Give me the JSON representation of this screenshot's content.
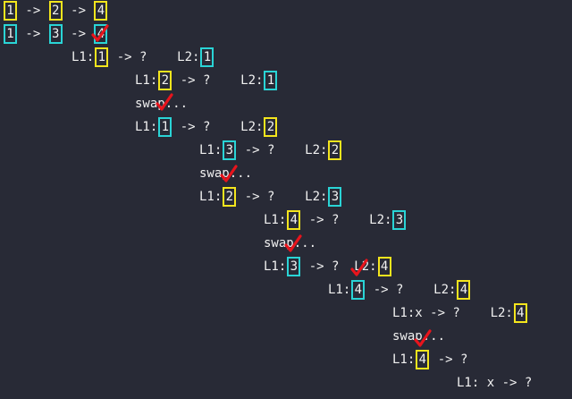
{
  "colors": {
    "background": "#282a36",
    "text": "#f1f1f1",
    "yellow": "#f4e51d",
    "cyan": "#2ad4d6",
    "check": "#e8141c"
  },
  "lines": [
    {
      "id": "list-l1",
      "tokens": [
        {
          "t": "box",
          "v": "1",
          "c": "yellow"
        },
        {
          "t": "text",
          "v": " -> "
        },
        {
          "t": "box",
          "v": "2",
          "c": "yellow"
        },
        {
          "t": "text",
          "v": " -> "
        },
        {
          "t": "box",
          "v": "4",
          "c": "yellow"
        }
      ]
    },
    {
      "id": "list-l2",
      "tokens": [
        {
          "t": "box",
          "v": "1",
          "c": "cyan"
        },
        {
          "t": "text",
          "v": " -> "
        },
        {
          "t": "box",
          "v": "3",
          "c": "cyan"
        },
        {
          "t": "text",
          "v": " -> "
        },
        {
          "t": "box",
          "v": "4",
          "c": "cyan"
        }
      ]
    },
    {
      "id": "step-1",
      "tokens": [
        {
          "t": "text",
          "v": "L1:"
        },
        {
          "t": "box",
          "v": "1",
          "c": "yellow"
        },
        {
          "t": "text",
          "v": " -> ?    L2:"
        },
        {
          "t": "box",
          "v": "1",
          "c": "cyan"
        }
      ]
    },
    {
      "id": "step-2",
      "tokens": [
        {
          "t": "text",
          "v": "L1:"
        },
        {
          "t": "box",
          "v": "2",
          "c": "yellow"
        },
        {
          "t": "text",
          "v": " -> ?    L2:"
        },
        {
          "t": "box",
          "v": "1",
          "c": "cyan"
        }
      ]
    },
    {
      "id": "swap-1",
      "tokens": [
        {
          "t": "text",
          "v": "swap..."
        }
      ]
    },
    {
      "id": "step-3",
      "tokens": [
        {
          "t": "text",
          "v": "L1:"
        },
        {
          "t": "box",
          "v": "1",
          "c": "cyan"
        },
        {
          "t": "text",
          "v": " -> ?    L2:"
        },
        {
          "t": "box",
          "v": "2",
          "c": "yellow"
        }
      ]
    },
    {
      "id": "step-4",
      "tokens": [
        {
          "t": "text",
          "v": "L1:"
        },
        {
          "t": "box",
          "v": "3",
          "c": "cyan"
        },
        {
          "t": "text",
          "v": " -> ?    L2:"
        },
        {
          "t": "box",
          "v": "2",
          "c": "yellow"
        }
      ]
    },
    {
      "id": "swap-2",
      "tokens": [
        {
          "t": "text",
          "v": "swap..."
        }
      ]
    },
    {
      "id": "step-5",
      "tokens": [
        {
          "t": "text",
          "v": "L1:"
        },
        {
          "t": "box",
          "v": "2",
          "c": "yellow"
        },
        {
          "t": "text",
          "v": " -> ?    L2:"
        },
        {
          "t": "box",
          "v": "3",
          "c": "cyan"
        }
      ]
    },
    {
      "id": "step-6",
      "tokens": [
        {
          "t": "text",
          "v": "L1:"
        },
        {
          "t": "box",
          "v": "4",
          "c": "yellow"
        },
        {
          "t": "text",
          "v": " -> ?    L2:"
        },
        {
          "t": "box",
          "v": "3",
          "c": "cyan"
        }
      ]
    },
    {
      "id": "swap-3",
      "tokens": [
        {
          "t": "text",
          "v": "swap..."
        }
      ]
    },
    {
      "id": "step-7",
      "tokens": [
        {
          "t": "text",
          "v": "L1:"
        },
        {
          "t": "box",
          "v": "3",
          "c": "cyan"
        },
        {
          "t": "text",
          "v": " -> ?  L2:"
        },
        {
          "t": "box",
          "v": "4",
          "c": "yellow"
        }
      ]
    },
    {
      "id": "step-8",
      "tokens": [
        {
          "t": "text",
          "v": "L1:"
        },
        {
          "t": "box",
          "v": "4",
          "c": "cyan"
        },
        {
          "t": "text",
          "v": " -> ?    L2:"
        },
        {
          "t": "box",
          "v": "4",
          "c": "yellow"
        }
      ]
    },
    {
      "id": "step-9",
      "tokens": [
        {
          "t": "text",
          "v": "L1:x -> ?    L2:"
        },
        {
          "t": "box",
          "v": "4",
          "c": "yellow"
        }
      ]
    },
    {
      "id": "swap-4",
      "tokens": [
        {
          "t": "text",
          "v": "swap..."
        }
      ]
    },
    {
      "id": "step-10",
      "tokens": [
        {
          "t": "text",
          "v": "L1:"
        },
        {
          "t": "box",
          "v": "4",
          "c": "yellow"
        },
        {
          "t": "text",
          "v": " -> ?"
        }
      ]
    },
    {
      "id": "step-11",
      "tokens": [
        {
          "t": "text",
          "v": "L1: x -> ?"
        }
      ]
    }
  ]
}
